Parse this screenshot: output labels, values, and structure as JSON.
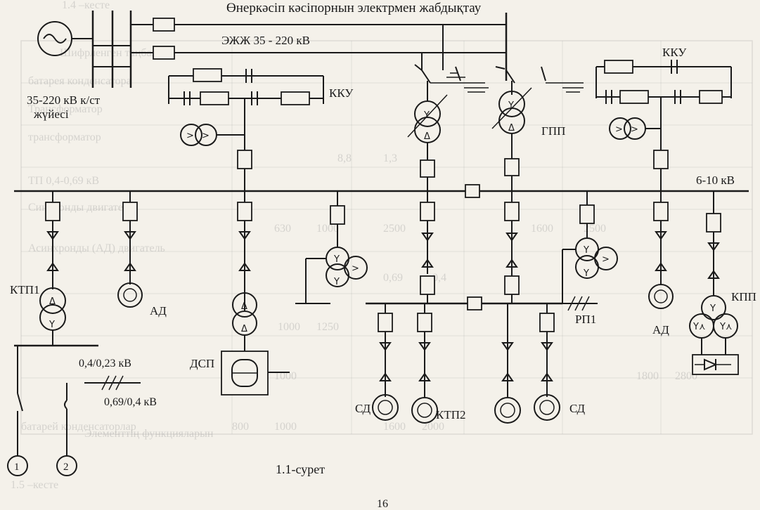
{
  "title": "Өнеркәсіп кәсіпорнын   электрмен жабдықтау",
  "labels": {
    "ezhzh": "ЭЖЖ 35 - 220 кВ",
    "substation_line1": "35-220 кВ к/ст",
    "substation_line2": "жүйесі",
    "kku_left": "ККУ",
    "kku_right": "ККУ",
    "gpp": "ГПП",
    "bus_610": "6-10 кВ",
    "ktp1": "КТП1",
    "ad_left": "АД",
    "ad_right": "АД",
    "v04": "0,4/0,23 кВ",
    "v069": "0,69/0,4 кВ",
    "dsp": "ДСП",
    "rp1": "РП1",
    "kpp": "КПП",
    "sd_left": "СД",
    "sd_right": "СД",
    "ktp2": "КТП2",
    "motor1": "1",
    "motor2": "2",
    "caption": "1.1-сурет",
    "page_number": "16"
  },
  "winding_symbols": {
    "delta": "Δ",
    "star": "Y",
    "gt": ">",
    "star_delta": "Y⋏"
  },
  "colors": {
    "ink": "#1a1a1a",
    "paper": "#f4f1ea",
    "bleed": "#9a9a9a"
  },
  "bleed_through": {
    "r1": "Шифрленген таңбалар",
    "r2": "батарея конденсатора",
    "r3": "Трансформатор",
    "r4": "трансформатор",
    "r5": "ТП 0,4-0,69 кВ",
    "r6": "Синхронды двигатель",
    "r7": "Асинхронды (АД) двигатель",
    "r8": "1.5 –кесте",
    "r9": "батарей конденсаторлар",
    "r10": "Элементтің функцияларын",
    "r11": "1.4 –кесте",
    "n1": "630",
    "n2": "1000",
    "n3": "2500",
    "n4": "1600",
    "n5": "2500",
    "n6": "1000",
    "n7": "1250",
    "n8": "1000",
    "n9": "1800",
    "n10": "2800",
    "n11": "800",
    "n12": "1000",
    "n13": "1600",
    "n14": "2000",
    "n15": "0,69",
    "n16": "0,4",
    "n17": "1,3",
    "n18": "8,8"
  }
}
